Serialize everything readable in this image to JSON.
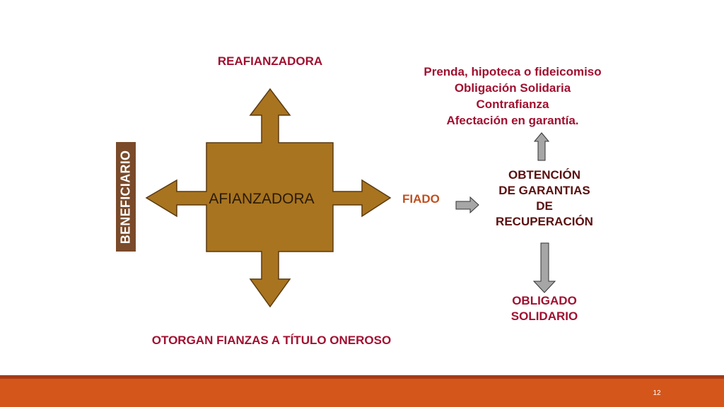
{
  "diagram": {
    "center_label": "AFIANZADORA",
    "top_label": "REAFIANZADORA",
    "left_label": "BENEFICIARIO",
    "right_label": "FIADO",
    "bottom_label": "OTORGAN FIANZAS A TÍTULO ONEROSO",
    "guarantees": [
      "Prenda, hipoteca o fideicomiso",
      "Obligación Solidaria",
      "Contrafianza",
      "Afectación en garantía."
    ],
    "recovery_lines": [
      "OBTENCIÓN",
      "DE GARANTIAS",
      "DE",
      "RECUPERACIÓN"
    ],
    "obligado_lines": [
      "OBLIGADO",
      "SOLIDARIO"
    ]
  },
  "colors": {
    "cross_fill": "#a8741f",
    "cross_stroke": "#5a3a10",
    "label_red": "#a01030",
    "fiado_orange": "#c05020",
    "arrow_gray": "#999999",
    "beneficiario_bg": "#7a4a2a",
    "footer": "#d4561b"
  },
  "slide": {
    "page_number": "12"
  }
}
